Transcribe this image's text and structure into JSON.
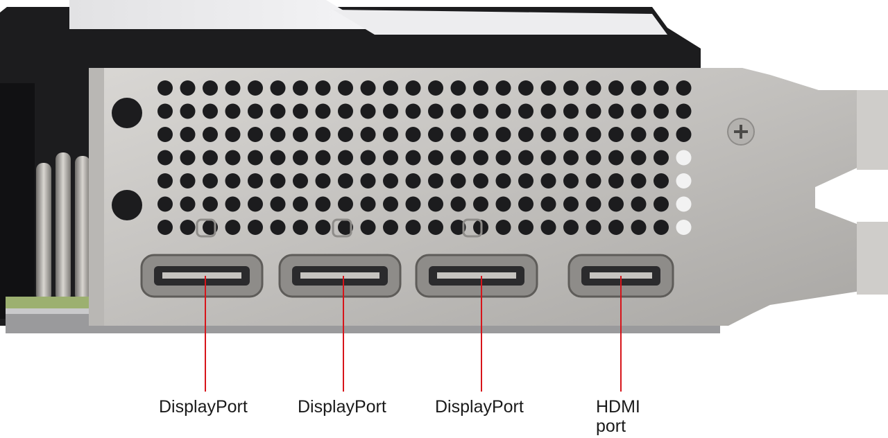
{
  "image": {
    "subject": "Graphics card rear I/O bracket",
    "colors": {
      "shroud": "#1c1c1e",
      "bracket": "#c9c7c4",
      "bracket_shadow": "#8e8c89",
      "callout_line": "#d7141a",
      "label_text": "#1a1a1a"
    }
  },
  "ports": [
    {
      "type": "displayport",
      "label": "DisplayPort"
    },
    {
      "type": "displayport",
      "label": "DisplayPort"
    },
    {
      "type": "displayport",
      "label": "DisplayPort"
    },
    {
      "type": "hdmi",
      "label": "HDMI\nport"
    }
  ]
}
